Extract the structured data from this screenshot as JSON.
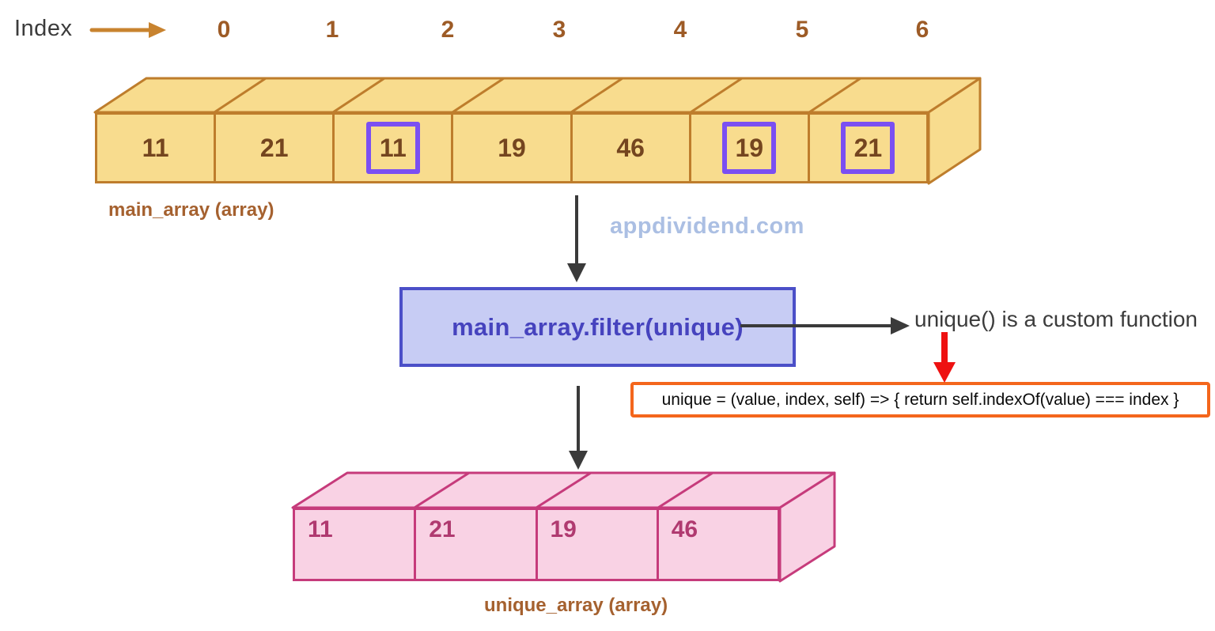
{
  "index_row": {
    "label": "Index",
    "indices": [
      "0",
      "1",
      "2",
      "3",
      "4",
      "5",
      "6"
    ]
  },
  "main_array": {
    "label": "main_array (array)",
    "cells": [
      "11",
      "21",
      "11",
      "19",
      "46",
      "19",
      "21"
    ],
    "highlighted": [
      false,
      false,
      true,
      false,
      false,
      true,
      true
    ]
  },
  "watermark": "appdividend.com",
  "filter_box": {
    "label": "main_array.filter(unique)"
  },
  "note": "unique() is a custom function",
  "code_box": "unique = (value, index, self) => { return self.indexOf(value) === index }",
  "unique_array": {
    "label": "unique_array (array)",
    "cells": [
      "11",
      "21",
      "19",
      "46"
    ]
  },
  "colors": {
    "array_fill": "#f8dc8e",
    "array_border": "#be7d2c",
    "array_text": "#74451f",
    "highlight_border": "#7b4ff2",
    "unique_fill": "#f9d2e4",
    "unique_border": "#c63b7b",
    "unique_text": "#b03a70",
    "filter_fill": "#c7ccf4",
    "filter_border": "#4b4fc8",
    "filter_text": "#4643be",
    "code_border": "#f4661c",
    "label_brown": "#a5612f",
    "index_number": "#9d5b26",
    "index_arrow": "#c8832f",
    "flow_arrow": "#3a3a3a",
    "red_arrow": "#ee1111",
    "watermark_blue": "#abbfe3"
  }
}
